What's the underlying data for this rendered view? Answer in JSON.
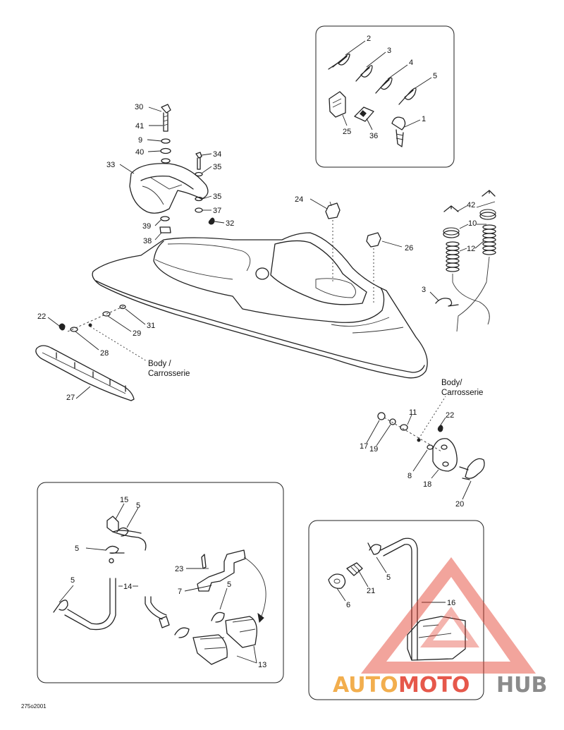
{
  "diagram": {
    "reference_code": "275o2001",
    "body_label": [
      "Body /",
      "Carrosserie"
    ],
    "body_label_2": [
      "Body/",
      "Carrosserie"
    ],
    "callouts": [
      "1",
      "2",
      "3",
      "4",
      "5",
      "25",
      "36",
      "30",
      "41",
      "9",
      "40",
      "33",
      "34",
      "35",
      "35",
      "37",
      "32",
      "39",
      "38",
      "24",
      "26",
      "42",
      "10",
      "12",
      "3",
      "22",
      "31",
      "29",
      "28",
      "27",
      "11",
      "22",
      "17",
      "19",
      "8",
      "18",
      "20",
      "15",
      "5",
      "5",
      "5",
      "23",
      "7",
      "5",
      "14",
      "13",
      "5",
      "21",
      "6",
      "16"
    ]
  },
  "watermark": {
    "parts": [
      "AUTO",
      "MOTO",
      "HUB"
    ],
    "colors": [
      "#f0a030",
      "#e23c2c",
      "#777777"
    ]
  }
}
